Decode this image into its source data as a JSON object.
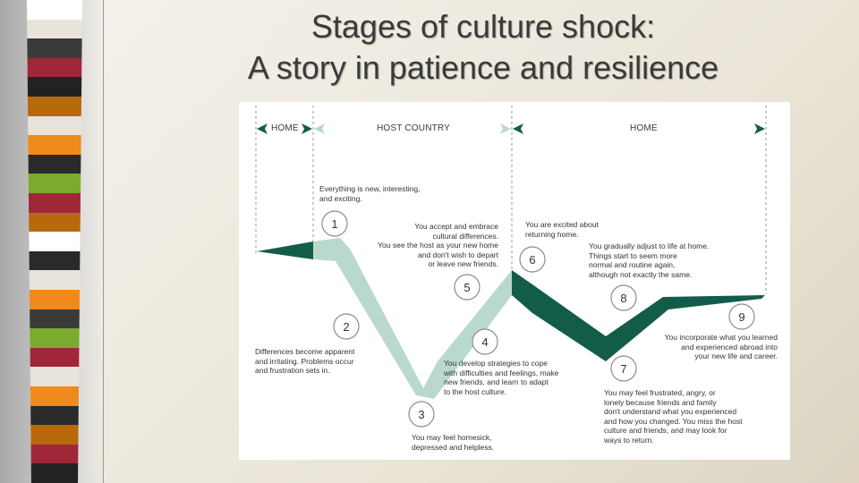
{
  "title_line1": "Stages of culture shock:",
  "title_line2": "A story in patience and resilience",
  "stripe_colors": [
    "#ffffff",
    "#e8e4dc",
    "#3a3a3a",
    "#a02738",
    "#222222",
    "#b8690c",
    "#e8e4dc",
    "#f08a1c",
    "#2a2a2a",
    "#7aab2e",
    "#a02738",
    "#b8690c",
    "#ffffff",
    "#2a2a2a",
    "#e8e4dc",
    "#f08a1c",
    "#3a3a3a",
    "#7aab2e",
    "#a02738",
    "#e8e4dc",
    "#f08a1c",
    "#2a2a2a",
    "#b8690c",
    "#a02738",
    "#222222"
  ],
  "colors": {
    "dark_green": "#145c4a",
    "light_green": "#b9d9cc"
  },
  "headers": {
    "home_left": "HOME",
    "host_country": "HOST COUNTRY",
    "home_right": "HOME"
  },
  "stages": [
    {
      "number": "1",
      "text": "Everything is new, interesting,\nand exciting."
    },
    {
      "number": "2",
      "text": "Differences become apparent\nand irritating.  Problems occur\nand frustration sets in."
    },
    {
      "number": "3",
      "text": "You may feel homesick,\ndepressed and helpless."
    },
    {
      "number": "4",
      "text": "You develop strategies to cope\nwith difficulties and feelings, make\nnew friends, and learn to adapt\nto the host culture."
    },
    {
      "number": "5",
      "text": "You accept and embrace\ncultural differences.\nYou see the host as your new home\nand don't wish to depart\nor leave new friends."
    },
    {
      "number": "6",
      "text": "You are excited about\nreturning home."
    },
    {
      "number": "7",
      "text": "You may feel frustrated, angry, or\nlonely because friends and family\ndon't understand what you experienced\nand how you changed.  You miss the host\nculture and friends, and may look for\nways to return."
    },
    {
      "number": "8",
      "text": "You gradually adjust to life at home.\nThings start to seem more\nnormal and routine again,\nalthough not exactly the same."
    },
    {
      "number": "9",
      "text": "You incorporate what you learned\nand experienced abroad into\nyour new life and career."
    }
  ]
}
